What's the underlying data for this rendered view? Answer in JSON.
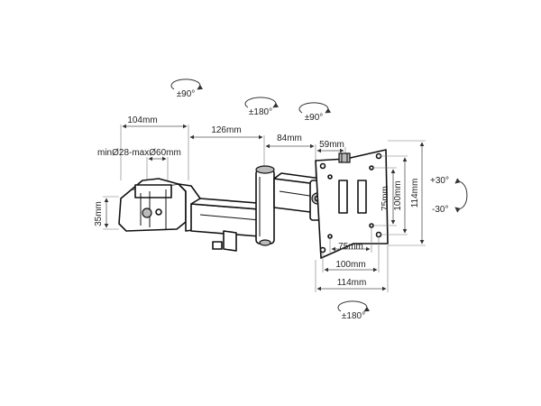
{
  "labels": {
    "width_104": "104mm",
    "clamp_range": "minØ28-maxØ60mm",
    "height_35": "35mm",
    "arm_126": "126mm",
    "arm_84": "84mm",
    "arm_59": "59mm",
    "vesa_75_w": "75mm",
    "vesa_100_w": "100mm",
    "plate_114_w": "114mm",
    "vesa_75_h": "75mm",
    "vesa_100_h": "100mm",
    "plate_114_h": "114mm",
    "tilt_up": "+30°",
    "tilt_down": "-30°",
    "rot_90_a": "±90°",
    "rot_180_a": "±180°",
    "rot_90_b": "±90°",
    "rot_180_b": "±180°"
  },
  "colors": {
    "line": "#111111",
    "dimension": "#555555"
  },
  "icons": [
    "rotation-arrow-icon",
    "tilt-arrow-icon",
    "dimension-arrow-icon"
  ]
}
